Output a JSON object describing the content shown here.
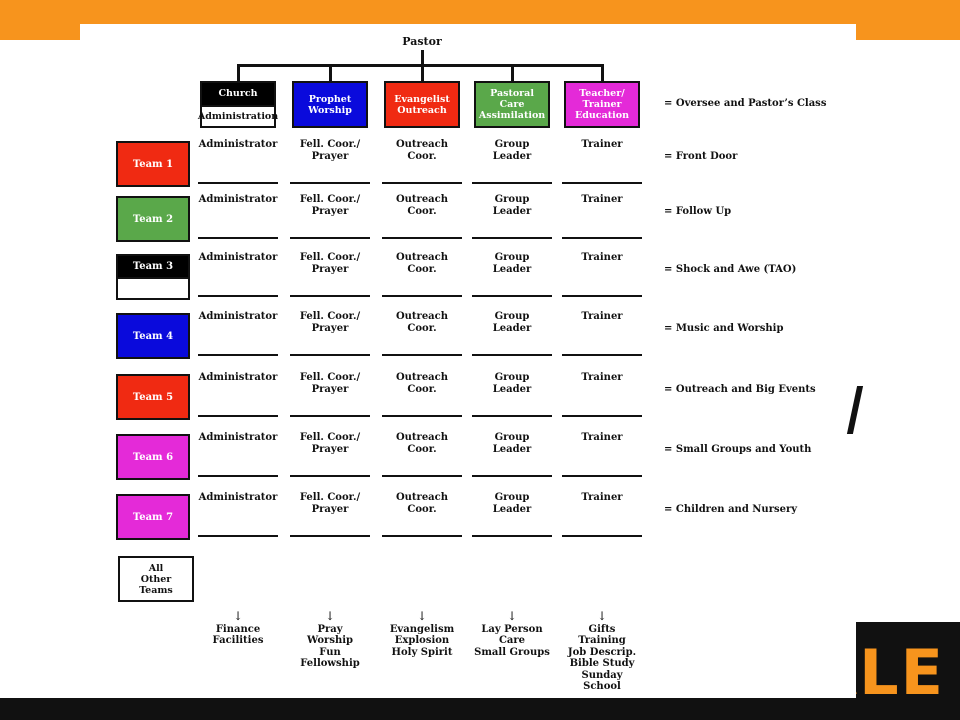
{
  "root_label": "Pastor",
  "departments": [
    {
      "label": "Church",
      "label2": "Administration",
      "style": "split",
      "color": "#000000",
      "cell": "Administrator",
      "focus": [
        "Finance",
        "Facilities"
      ]
    },
    {
      "label": "Prophet Worship",
      "color": "#0a0adc",
      "cell": "Fell. Coor./\nPrayer",
      "focus": [
        "Pray",
        "Worship",
        "Fun",
        "Fellowship"
      ]
    },
    {
      "label": "Evangelist Outreach",
      "color": "#f02a12",
      "cell": "Outreach\nCoor.",
      "focus": [
        "Evangelism",
        "Explosion",
        "Holy Spirit"
      ]
    },
    {
      "label": "Pastoral Care Assimilation",
      "color": "#5aa84a",
      "cell": "Group\nLeader",
      "focus": [
        "Lay Person",
        "Care",
        "Small Groups"
      ]
    },
    {
      "label": "Teacher/ Trainer Education",
      "color": "#e42ad8",
      "cell": "Trainer",
      "focus": [
        "Gifts",
        "Training",
        "Job Descrip.",
        "Bible Study",
        "Sunday",
        "School"
      ]
    }
  ],
  "header_note": "= Oversee and Pastor’s Class",
  "teams": [
    {
      "label": "Team 1",
      "color": "#f02a12",
      "style": "solid",
      "note": "= Front Door"
    },
    {
      "label": "Team 2",
      "color": "#5aa84a",
      "style": "solid",
      "note": "= Follow Up"
    },
    {
      "label": "Team 3",
      "color": "#000000",
      "style": "split",
      "note": "= Shock and Awe (TAO)"
    },
    {
      "label": "Team 4",
      "color": "#0a0adc",
      "style": "solid",
      "note": "= Music and Worship"
    },
    {
      "label": "Team 5",
      "color": "#f02a12",
      "style": "solid",
      "note": "= Outreach and Big Events"
    },
    {
      "label": "Team 6",
      "color": "#e42ad8",
      "style": "solid",
      "note": "= Small Groups and Youth"
    },
    {
      "label": "Team 7",
      "color": "#e42ad8",
      "style": "solid",
      "note": "= Children and Nursery"
    }
  ],
  "other_teams": "All\nOther\nTeams",
  "arrow_glyph": "↓",
  "logo_text": "ZEALE",
  "colors": {
    "top_bar": "#f7941d",
    "accent": "#f7941d"
  }
}
